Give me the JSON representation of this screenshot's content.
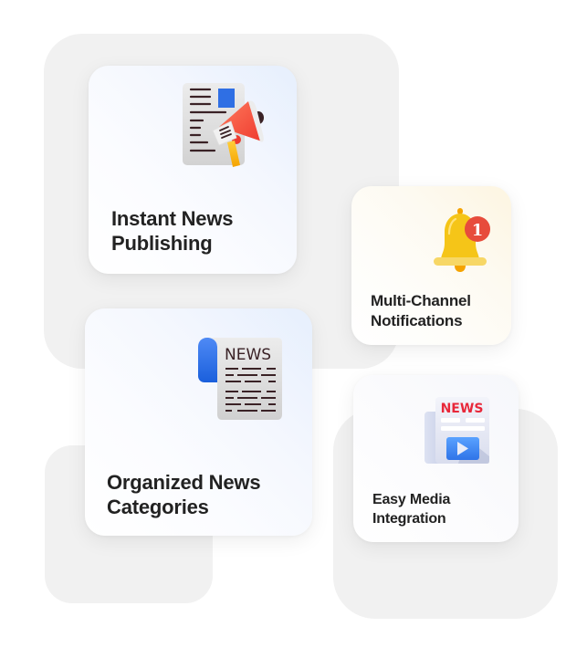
{
  "background_shapes": [
    {
      "id": "bg-large",
      "color": "#f1f1f1"
    },
    {
      "id": "bg-bottom-left",
      "color": "#f1f1f1"
    },
    {
      "id": "bg-bottom-right",
      "color": "#f1f1f1"
    }
  ],
  "cards": [
    {
      "id": "publishing",
      "title": "Instant News\nPublishing",
      "icon": "megaphone-news-icon",
      "tint": "#e6effd"
    },
    {
      "id": "notifications",
      "title": "Multi-Channel\nNotifications",
      "icon": "bell-notification-icon",
      "badge_count": "1",
      "tint": "#fdf5e1"
    },
    {
      "id": "categories",
      "title": "Organized News\nCategories",
      "icon": "newspaper-scroll-icon",
      "icon_label": "NEWS",
      "tint": "#e6effd"
    },
    {
      "id": "media",
      "title": "Easy Media\nIntegration",
      "icon": "news-video-icon",
      "icon_label": "NEWS",
      "tint": "#f6f7fb"
    }
  ],
  "colors": {
    "text": "#222222",
    "accent_blue": "#2f6fe4",
    "accent_red": "#f2584a",
    "bell_yellow": "#f5c518",
    "badge_red": "#e74c3c",
    "news_red": "#e8283a"
  }
}
